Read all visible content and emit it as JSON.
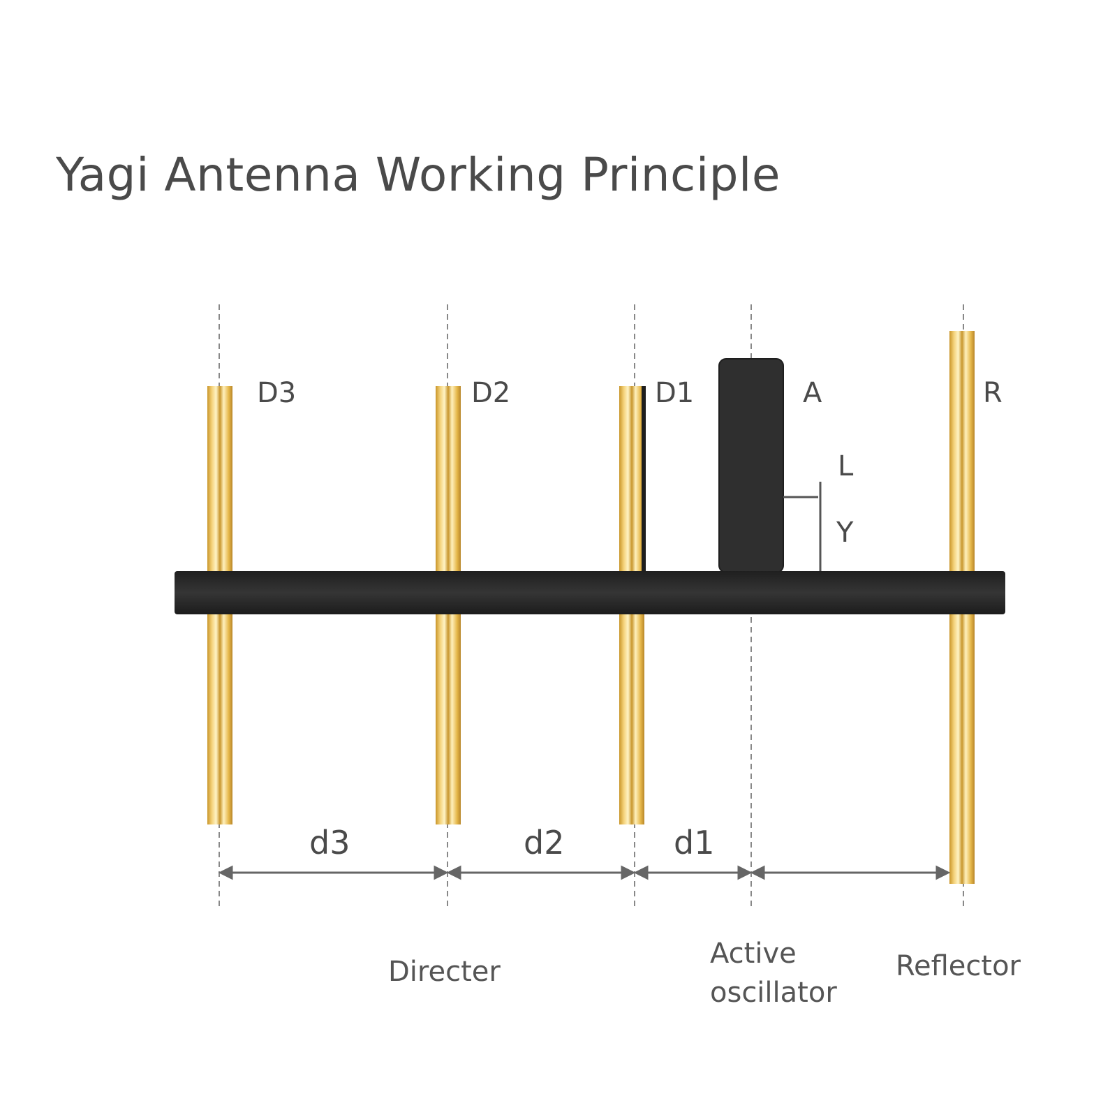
{
  "title": "Yagi Antenna Working Principle",
  "elements": {
    "d3": {
      "label": "D3"
    },
    "d2": {
      "label": "D2"
    },
    "d1": {
      "label": "D1"
    },
    "a": {
      "label": "A"
    },
    "r": {
      "label": "R"
    }
  },
  "feed": {
    "l_label": "L",
    "y_label": "Y"
  },
  "spacings": {
    "d3": "d3",
    "d2": "d2",
    "d1": "d1"
  },
  "captions": {
    "directer": "Directer",
    "active_line1": "Active",
    "active_line2": "oscillator",
    "reflector": "Reflector"
  },
  "colors": {
    "rod_gold": "#e6b73a",
    "rod_highlight": "#fff3c2",
    "boom": "#2b2b2b",
    "text": "#4a4a4a",
    "guide": "#888888"
  }
}
